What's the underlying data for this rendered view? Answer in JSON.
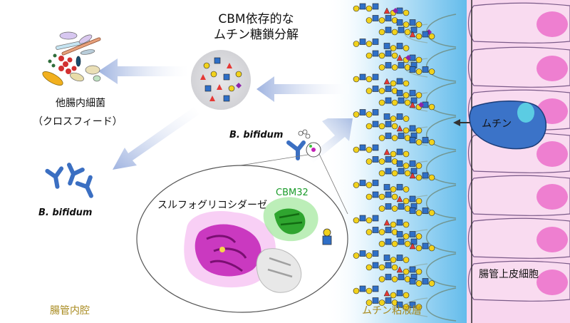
{
  "diagram": {
    "title_line1": "CBM依存的な",
    "title_line2": "ムチン糖鎖分解",
    "lumen_label": "腸管内腔",
    "mucus_label": "ムチン粘液層",
    "epithelium_label": "腸管上皮細胞",
    "other_bacteria_label": "他腸内細菌",
    "other_bacteria_sub": "（クロスフィード）",
    "b_bifidum_label": "B. bifidum",
    "b_bifidum_label_center": "B. bifidum",
    "enzyme_label": "スルフォグリコシダーゼ",
    "cbm_label": "CBM32",
    "mucin_label": "ムチン"
  },
  "colors": {
    "mucus_blue": "#5bb8ea",
    "epithelium_pink": "#f8d6ee",
    "nucleus_pink": "#ee7fd0",
    "galactose": "#f2d21c",
    "glcnac": "#2f6fc7",
    "fucose": "#e53935",
    "sialic": "#8e24aa",
    "enzyme_magenta": "#c21fb6",
    "cbm_green": "#3fbf3f",
    "arrow_blue": "#a9bde3"
  }
}
